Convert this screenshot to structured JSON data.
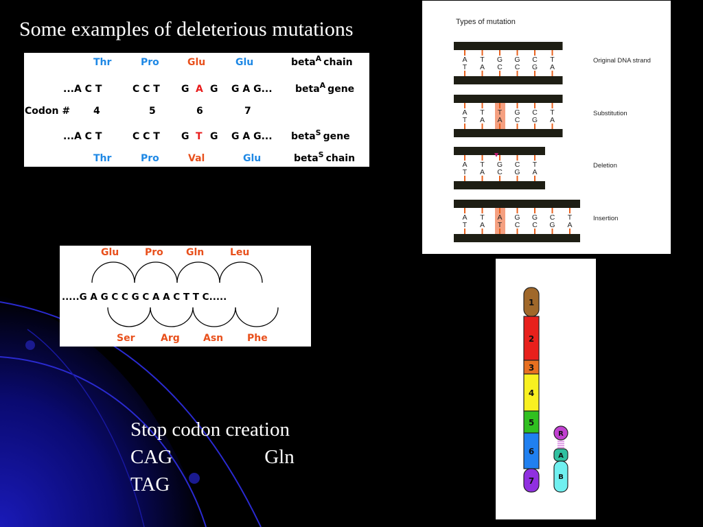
{
  "slide": {
    "title": "Some examples of deleterious mutations",
    "stop_codon": {
      "heading": "Stop codon creation",
      "codon_from": "CAG",
      "amino_acid": "Gln",
      "codon_to": "TAG"
    }
  },
  "sickle_panel": {
    "aa_top": [
      "Thr",
      "Pro",
      "Glu",
      "Glu"
    ],
    "chain_top": "beta",
    "chain_top_sup": "A",
    "chain_top_suffix": "chain",
    "gene_top_codons": [
      "...A C T",
      "C C T",
      "G",
      "A",
      "G",
      "G A G..."
    ],
    "gene_top_label": "beta",
    "gene_top_sup": "A",
    "gene_top_suffix": "gene",
    "codon_label": "Codon #",
    "codon_numbers": [
      "4",
      "5",
      "6",
      "7"
    ],
    "gene_bottom_codons": [
      "...A C T",
      "C C T",
      "G",
      "T",
      "G",
      "G A G..."
    ],
    "gene_bottom_label": "beta",
    "gene_bottom_sup": "S",
    "gene_bottom_suffix": "gene",
    "aa_bottom": [
      "Thr",
      "Pro",
      "Val",
      "Glu"
    ],
    "chain_bottom": "beta",
    "chain_bottom_sup": "S",
    "chain_bottom_suffix": "chain"
  },
  "frame_panel": {
    "aa_top": [
      "Glu",
      "Pro",
      "Gln",
      "Leu"
    ],
    "sequence": ".....G A G C C G C A A C T T C.....",
    "aa_bottom": [
      "Ser",
      "Arg",
      "Asn",
      "Phe"
    ]
  },
  "mutation_panel": {
    "title": "Types of mutation",
    "rows": [
      {
        "label": "Original DNA strand",
        "top": [
          "A",
          "T",
          "G",
          "G",
          "C",
          "T"
        ],
        "bottom": [
          "T",
          "A",
          "C",
          "C",
          "G",
          "A"
        ]
      },
      {
        "label": "Substitution",
        "top": [
          "A",
          "T",
          "T",
          "G",
          "C",
          "T"
        ],
        "bottom": [
          "T",
          "A",
          "A",
          "C",
          "G",
          "A"
        ]
      },
      {
        "label": "Deletion",
        "top": [
          "A",
          "T",
          "G",
          "C",
          "T"
        ],
        "bottom": [
          "T",
          "A",
          "C",
          "G",
          "A"
        ]
      },
      {
        "label": "Insertion",
        "top": [
          "A",
          "T",
          "A",
          "G",
          "G",
          "C",
          "T"
        ],
        "bottom": [
          "T",
          "A",
          "T",
          "C",
          "C",
          "G",
          "A"
        ]
      }
    ]
  },
  "chromosome_panel": {
    "segments": [
      "1",
      "2",
      "3",
      "4",
      "5",
      "6",
      "7"
    ],
    "small_segments": [
      "R",
      "A",
      "B"
    ],
    "colors": {
      "seg1": "#a0682a",
      "seg2": "#e8201c",
      "seg3": "#e87020",
      "seg4": "#f8f020",
      "seg5": "#30c020",
      "seg6": "#2080f0",
      "seg7": "#9030e0",
      "segR": "#c040d0",
      "segA": "#30c0a0",
      "segB": "#70f0f0"
    }
  }
}
